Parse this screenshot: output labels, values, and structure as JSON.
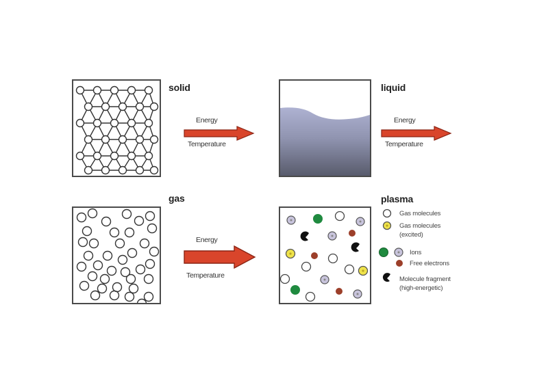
{
  "diagram": {
    "states": {
      "solid": {
        "label": "solid"
      },
      "liquid": {
        "label": "liquid"
      },
      "gas": {
        "label": "gas"
      },
      "plasma": {
        "label": "plasma"
      }
    },
    "arrows": [
      {
        "from": "solid",
        "to": "liquid",
        "top_label": "Energy",
        "bottom_label": "Temperature"
      },
      {
        "from": "liquid",
        "to": "gas",
        "top_label": "Energy",
        "bottom_label": "Temperature"
      },
      {
        "from": "gas",
        "to": "plasma",
        "top_label": "Energy",
        "bottom_label": "Temperature"
      }
    ],
    "legend": {
      "gas_molecules": "Gas molecules",
      "gas_molecules_excited_line1": "Gas molecules",
      "gas_molecules_excited_line2": "(excited)",
      "ions": "Ions",
      "free_electrons": "Free electrons",
      "molecule_fragment_line1": "Molecule fragment",
      "molecule_fragment_line2": "(high-energetic)"
    },
    "colors": {
      "arrow_fill": "#d9452b",
      "arrow_stroke": "#8a2414",
      "liquid_top": "#a7abca",
      "liquid_bottom": "#5b5e70",
      "ion_green": "#1f8a3f",
      "ion_lilac": "#c8c4dc",
      "electron_brown": "#9c3f2a",
      "excited_yellow": "#efe34a",
      "fragment_black": "#111111"
    }
  }
}
